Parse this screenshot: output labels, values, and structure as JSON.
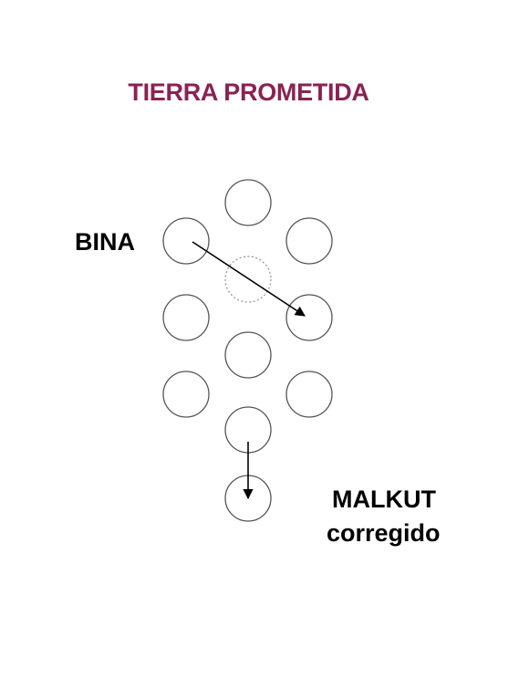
{
  "title": "TIERRA PROMETIDA",
  "labels": {
    "bina": "BINA",
    "malkut": "MALKUT",
    "corregido": "corregido"
  },
  "colors": {
    "title": "#8b2252",
    "circle_stroke": "#555555",
    "dotted_circle_stroke": "#999999",
    "arrow": "#000000"
  }
}
